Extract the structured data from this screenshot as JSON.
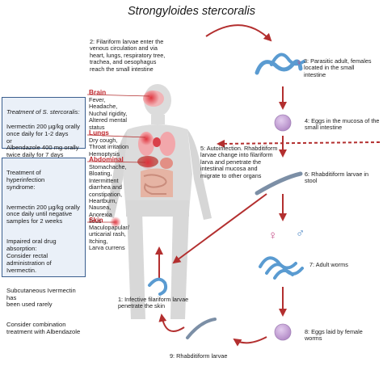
{
  "title": "Strongyloides stercoralis",
  "steps": {
    "s1": "1: Infective filariform larvae\npenetrate the skin",
    "s2": "2: Filariform larvae enter the\nvenous circulation and via\nheart, lungs, respiratory tree,\ntrachea, and oesophagus\nreach the small intestine",
    "s3": "3: Parasitic adult, females\nlocated in the small\nintestine",
    "s4": "4: Eggs in the mucosa of the\nsmall intestine",
    "s5": "5: Autoinfection. Rhabditiform\nlarvae change into filariform\nlarva and penetrate the\nintestinal mucosa  and\nmigrate to other organs",
    "s6": "6: Rhabditiform larvae in\nstool",
    "s7": "7: Adult worms",
    "s8": "8: Eggs laid by female\nworms",
    "s9": "9: Rhabditiform larvae"
  },
  "organs": {
    "brain": {
      "title": "Brain",
      "symptoms": "Fever,\nHeadache,\nNuchal rigidity,\nAltered mental\nstatus"
    },
    "lungs": {
      "title": "Lungs",
      "symptoms": "Dry cough,\nThroat irritation\nHemoptysis"
    },
    "abdominal": {
      "title": "Abdominal",
      "symptoms": "Stomachache,\nBloating,\nIntermittent\ndiarrhea and\nconstipation,\nHeartburn,\nNausea,\nAnorexia\nIleus"
    },
    "skin": {
      "title": "Skin",
      "symptoms": "Maculopapular/\nurticarial rash,\nItching,\nLarva currens"
    }
  },
  "treatment_box": {
    "heading": "Treatment of S. stercoralis:",
    "line1": "Ivermectin 200 µg/kg orally\nonce daily for 1-2 days\nor\nAlbendazole 400 mg orally\ntwice daily for 7 days"
  },
  "hyper_box": {
    "p1": "Treatment of hyperinfection\nsyndrome:",
    "p2": "Ivermectin 200 µg/kg orally\nonce daily until negative\nsamples for 2 weeks",
    "p3": "Impaired oral drug absorption:\nConsider rectal\nadministration of Ivermectin.",
    "p4": "Subcutaneous Ivermectin has\nbeen used rarely",
    "p5": "Consider combination\ntreatment with Albendazole"
  },
  "symbols": {
    "female": "♀",
    "male": "♂"
  },
  "colors": {
    "arrow": "#b32f2f",
    "worm": "#5a9bd1",
    "egg": "#c6a3d6",
    "box_border": "#3b5f8f",
    "organ_title": "#c0282e"
  }
}
